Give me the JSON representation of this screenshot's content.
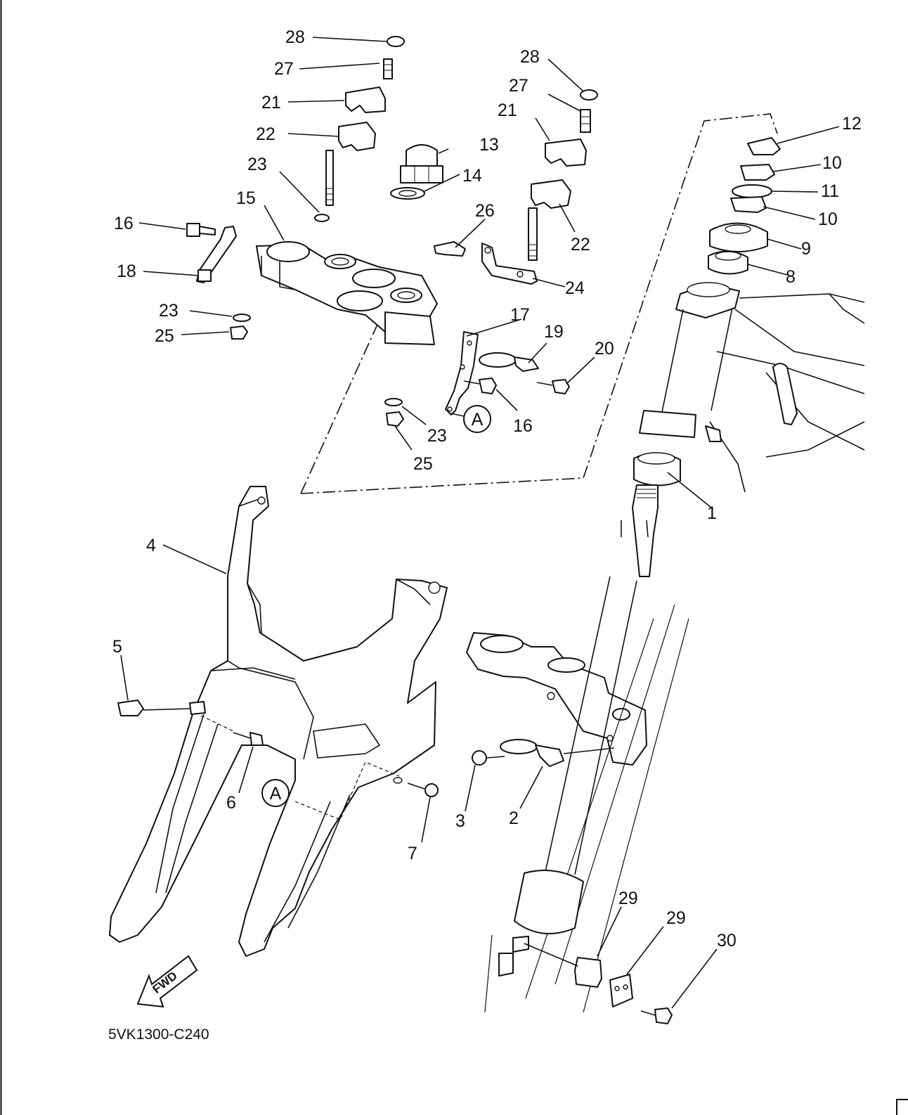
{
  "diagram": {
    "figure_code": "5VK1300-C240",
    "fwd_label": "FWD",
    "view_marker": "A",
    "callouts": [
      "1",
      "2",
      "3",
      "4",
      "5",
      "6",
      "7",
      "8",
      "9",
      "10",
      "11",
      "12",
      "13",
      "14",
      "15",
      "16",
      "17",
      "18",
      "19",
      "20",
      "21",
      "22",
      "23",
      "24",
      "25",
      "26",
      "27",
      "28",
      "29",
      "30"
    ]
  }
}
